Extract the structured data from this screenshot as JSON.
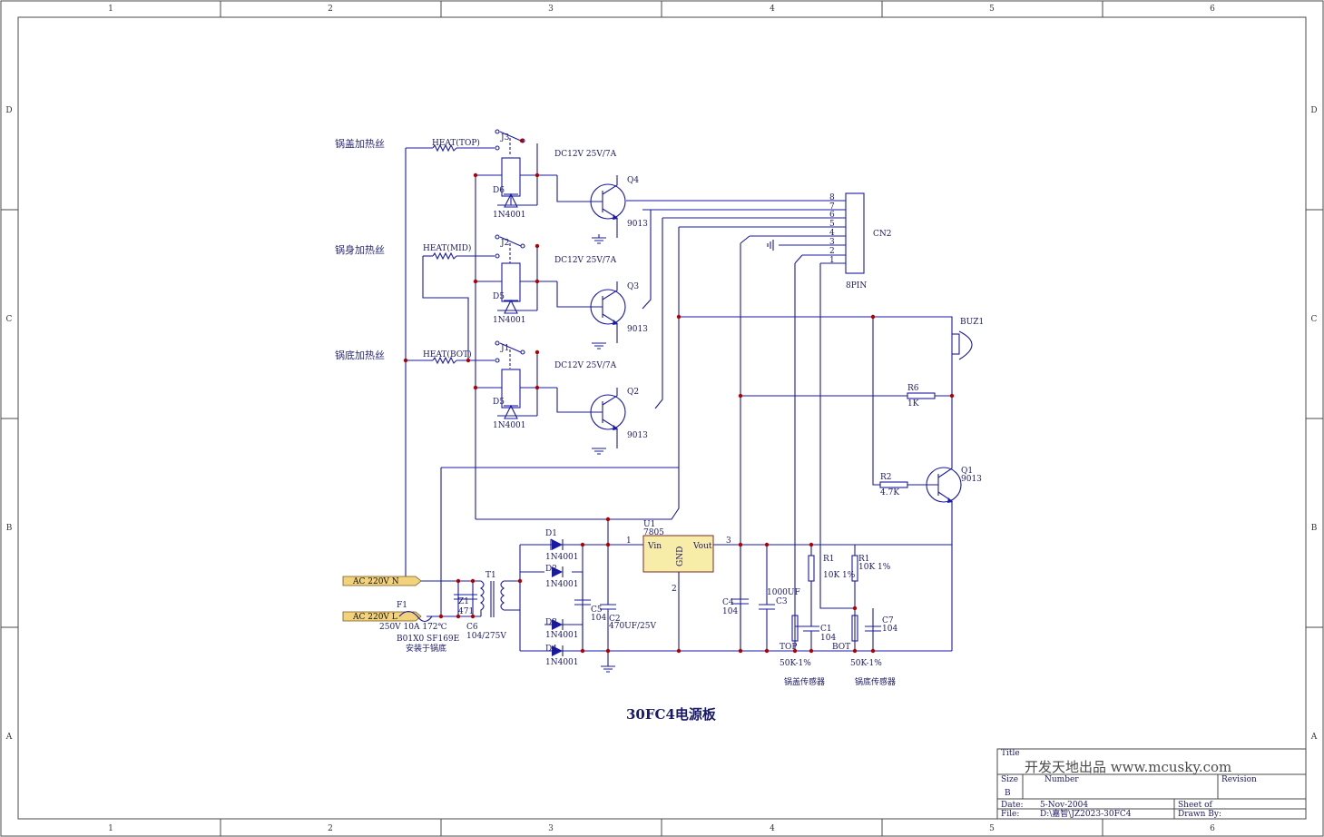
{
  "frame": {
    "col_labels": [
      "1",
      "2",
      "3",
      "4",
      "5",
      "6"
    ],
    "row_labels": [
      "D",
      "C",
      "B",
      "A"
    ]
  },
  "heaters": {
    "top_cn": "锅盖加热丝",
    "mid_cn": "锅身加热丝",
    "bot_cn": "锅底加热丝",
    "heat_top": "HEAT(TOP)",
    "heat_mid": "HEAT(MID)",
    "heat_bot": "HEAT(BOT)"
  },
  "relays": {
    "j3": "J3",
    "j2": "J2",
    "j1": "J1",
    "spec": "DC12V 25V/7A"
  },
  "diodes": {
    "d6": "D6",
    "d5a": "D5",
    "d5b": "D5",
    "part": "1N4001",
    "d1": "D1",
    "d2": "D2",
    "d3": "D3",
    "d4": "D4"
  },
  "transistors": {
    "q4": "Q4",
    "q3": "Q3",
    "q2": "Q2",
    "q1": "Q1",
    "part": "9013"
  },
  "connector": {
    "pins": [
      "8",
      "7",
      "6",
      "5",
      "4",
      "3",
      "2",
      "1"
    ],
    "name": "CN2",
    "type": "8PIN"
  },
  "buzzer": "BUZ1",
  "resistors": {
    "r6": "R6",
    "r6v": "1K",
    "r2": "R2",
    "r2v": "4.7K",
    "r1a": "R1",
    "r1av": "10K 1%",
    "r1b": "R1",
    "r1bv": "10K 1%"
  },
  "regulator": {
    "ref": "U1",
    "part": "7805",
    "vin": "Vin",
    "vout": "Vout",
    "gnd": "GND",
    "pin1": "1",
    "pin2": "2",
    "pin3": "3"
  },
  "capacitors": {
    "c5": "C5",
    "c5v": "104",
    "c2": "C2",
    "c2v": "470UF/25V",
    "c4": "C4",
    "c4v": "104",
    "c3": "C3",
    "c3v": "1000UF",
    "c1": "C1",
    "c1v": "104",
    "c7": "C7",
    "c7v": "104",
    "c6": "C6",
    "c6v": "104/275V"
  },
  "power_in": {
    "ac_n": "AC 220V N",
    "ac_l": "AC 220V L",
    "t1": "T1",
    "z1": "Z1",
    "z1v": "471",
    "f1": "F1",
    "f1v": "250V 10A 172℃",
    "f1p": "B01X0   SF169E",
    "f1note": "安装于锅底"
  },
  "sensors": {
    "top": "TOP",
    "bot": "BOT",
    "top_v": "50K-1%",
    "bot_v": "50K-1%",
    "top_cn": "锅盖传感器",
    "bot_cn": "锅底传感器"
  },
  "board_title": "30FC4电源板",
  "title_block": {
    "title_lbl": "Title",
    "brand": "开发天地出品  www.mcusky.com",
    "size_lbl": "Size",
    "size_val": "B",
    "number_lbl": "Number",
    "revision_lbl": "Revision",
    "date_lbl": "Date:",
    "date_val": "5-Nov-2004",
    "file_lbl": "File:",
    "file_val": "D:\\嘉智\\JZ2023-30FC4",
    "sheet_lbl": "Sheet  of",
    "drawn_lbl": "Drawn By:"
  }
}
